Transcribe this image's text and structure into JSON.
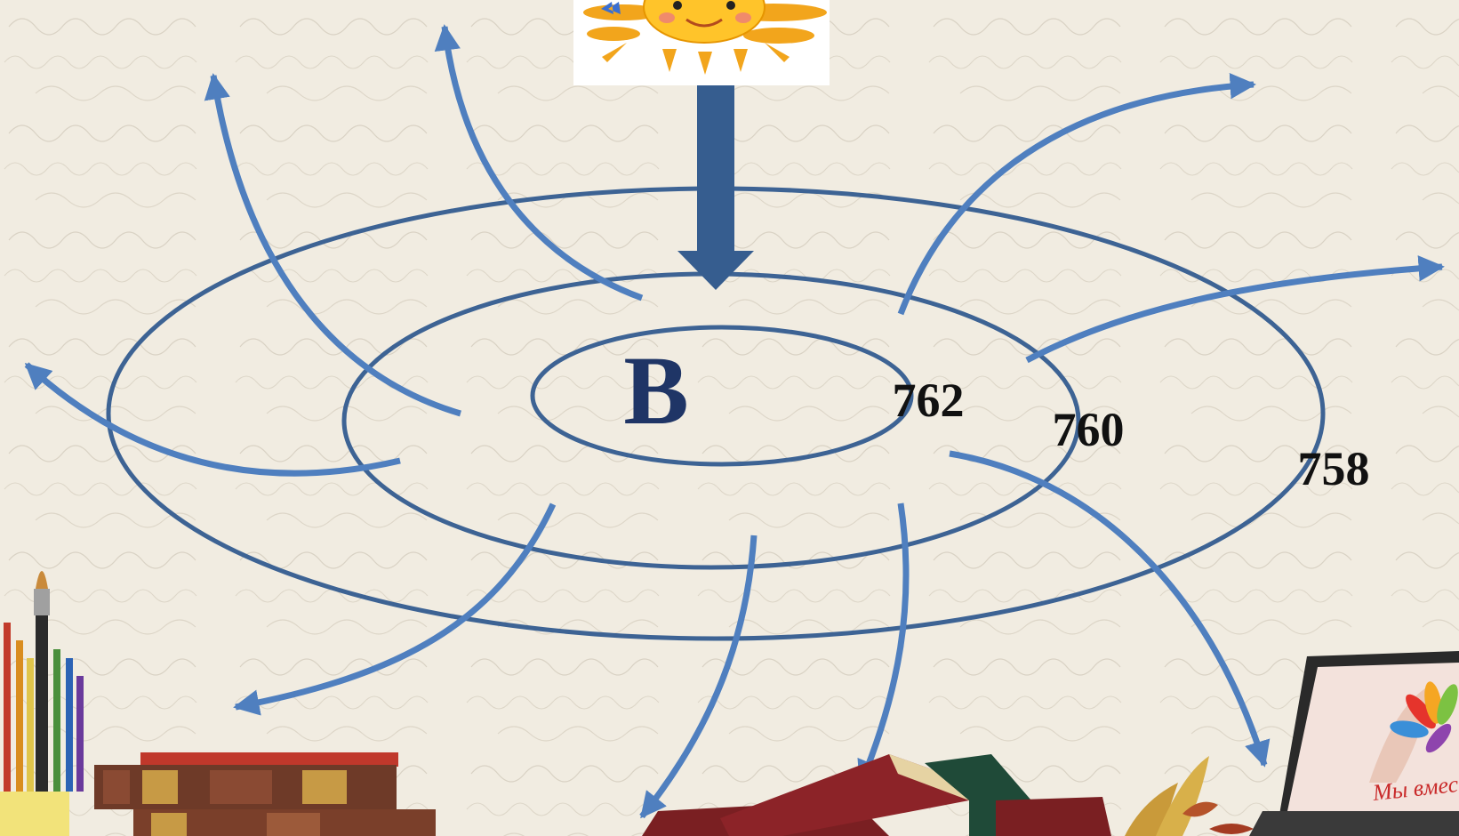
{
  "diagram": {
    "center_label": "В",
    "isobars": [
      {
        "value": "762"
      },
      {
        "value": "760"
      },
      {
        "value": "758"
      }
    ],
    "laptop_screen_text": "Мы вместе",
    "colors": {
      "background": "#f1ece1",
      "isobar_line": "#3d6394",
      "wind_arrow": "#4f7fbf",
      "sun_arrow": "#365d8f",
      "center_label": "#1f3566",
      "value_text": "#111111"
    },
    "icons": [
      "sun-icon",
      "paint-brush-icon",
      "pencil-cup-icon",
      "book-stack-icon",
      "laptop-icon",
      "autumn-leaves-icon"
    ]
  }
}
